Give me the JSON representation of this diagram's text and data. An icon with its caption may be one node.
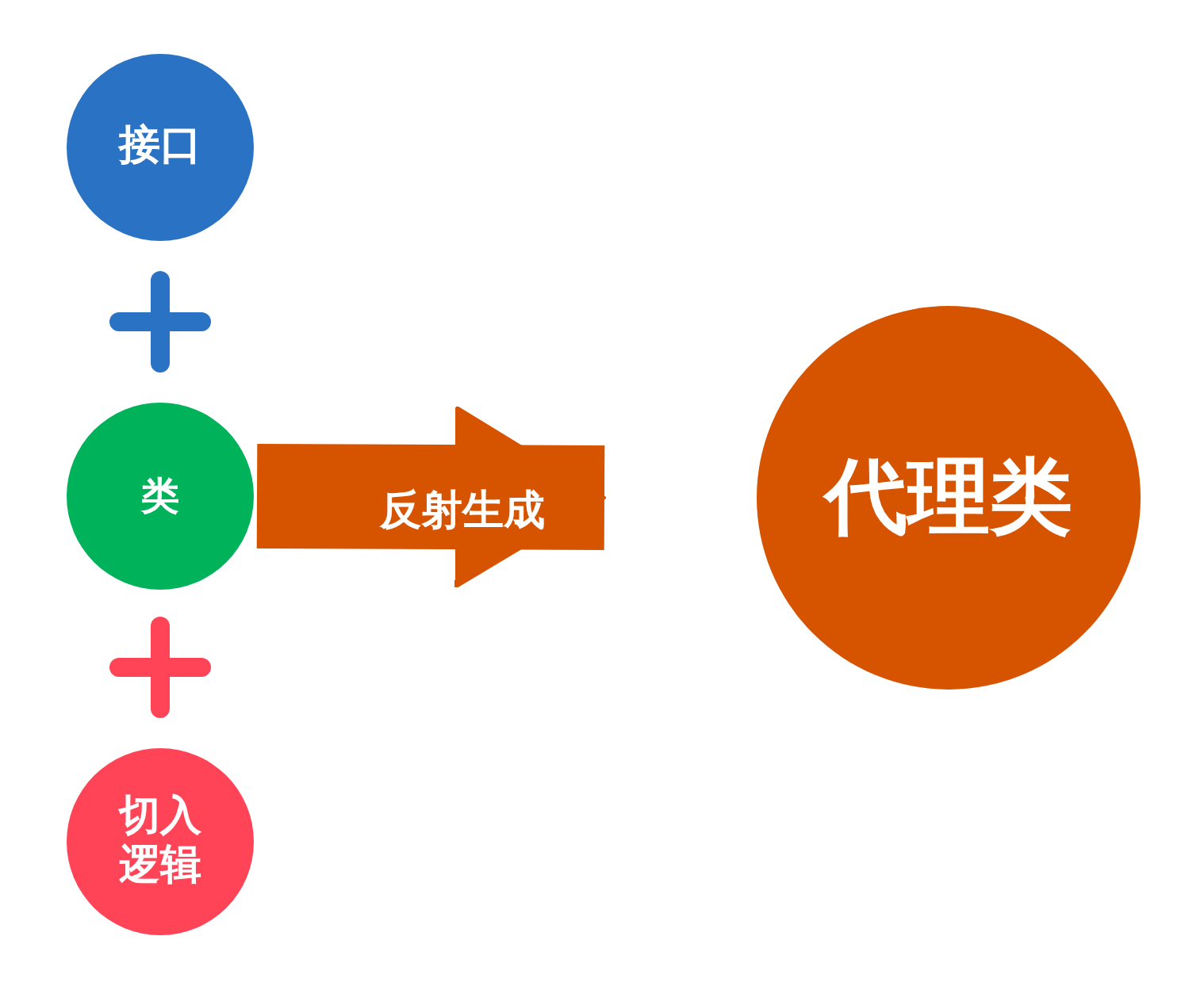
{
  "diagram": {
    "nodes": [
      {
        "text": [
          "接口"
        ]
      },
      {
        "text": [
          "类"
        ]
      },
      {
        "text": [
          "切入逻辑"
        ]
      },
      {
        "text": [
          "代理类"
        ]
      }
    ],
    "edges": [
      {
        "from": 1,
        "to": 3,
        "arrow": "to",
        "label": "反射生成"
      }
    ]
  }
}
